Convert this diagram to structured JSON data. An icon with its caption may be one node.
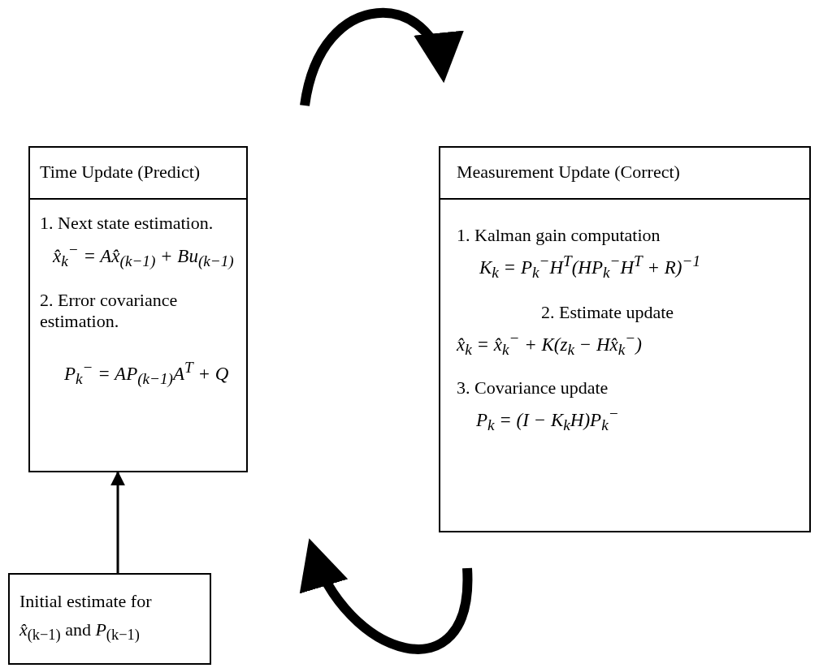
{
  "diagram": {
    "nodes": [
      {
        "text": [
          "Time Update (Predict)",
          "1. Next state estimation.",
          "x̂$_{k}$$^{−}$ = Ax̂$_{(k−1)}$ + Bu$_{(k−1)}$",
          "2. Error covariance estimation.",
          "P$_{k}$$^{−}$ = AP$_{(k−1)}$A$^{T}$ + Q"
        ]
      },
      {
        "text": [
          "Measurement Update (Correct)",
          "1. Kalman gain computation",
          "K$_{k}$ = P$_{k}$$^{−}$H$^{T}$(HP$_{k}$$^{−}$H$^{T}$ + R)$^{−1}$",
          "2. Estimate update",
          "x̂$_{k}$ = x̂$_{k}$$^{−}$ + K(z$_{k}$ − Hx̂$_{k}$$^{−}$)",
          "3. Covariance update",
          "P$_{k}$ = (I − K$_{k}$H)P$_{k}$$^{−}$"
        ]
      },
      {
        "text": [
          "Initial estimate for",
          "*x̂*$_{(k−1)}$ and *P*$_{(k−1)}$"
        ]
      }
    ],
    "edges": [
      {
        "from": 2,
        "to": 0,
        "arrow": "to"
      }
    ]
  }
}
